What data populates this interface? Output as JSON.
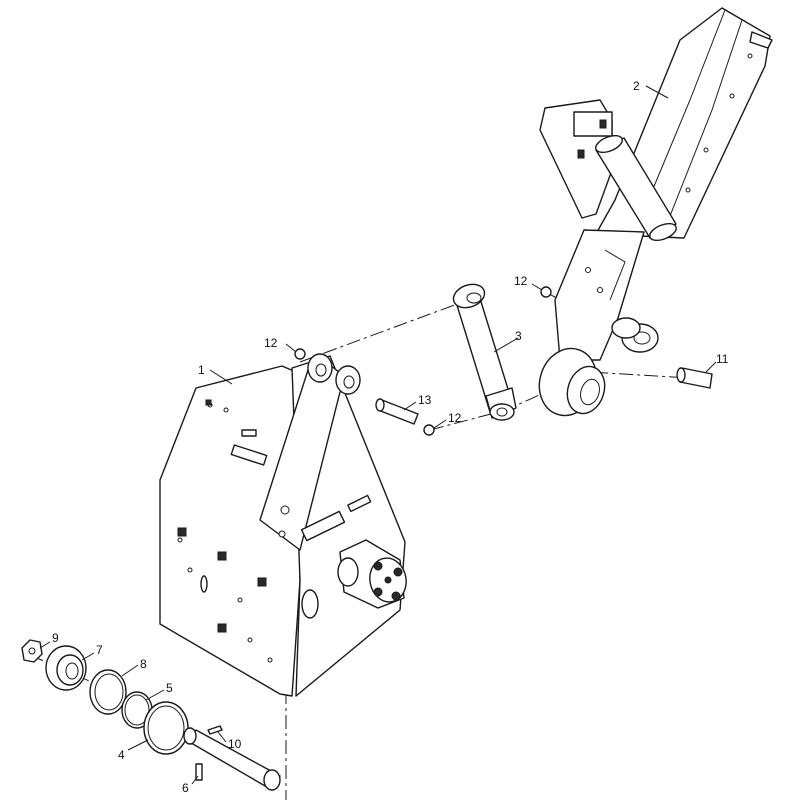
{
  "diagram": {
    "callouts": [
      {
        "id": "c1",
        "label": "1"
      },
      {
        "id": "c2",
        "label": "2"
      },
      {
        "id": "c3",
        "label": "3"
      },
      {
        "id": "c4",
        "label": "4"
      },
      {
        "id": "c5",
        "label": "5"
      },
      {
        "id": "c6",
        "label": "6"
      },
      {
        "id": "c7",
        "label": "7"
      },
      {
        "id": "c8",
        "label": "8"
      },
      {
        "id": "c9",
        "label": "9"
      },
      {
        "id": "c10",
        "label": "10"
      },
      {
        "id": "c11",
        "label": "11"
      },
      {
        "id": "c12a",
        "label": "12"
      },
      {
        "id": "c12b",
        "label": "12"
      },
      {
        "id": "c12c",
        "label": "12"
      },
      {
        "id": "c13",
        "label": "13"
      }
    ]
  }
}
